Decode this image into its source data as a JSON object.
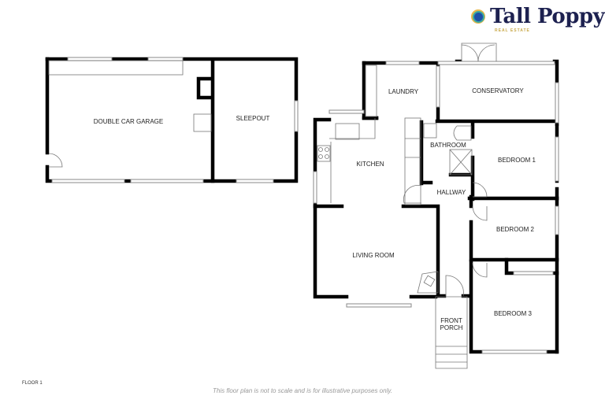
{
  "brand": {
    "name": "Tall Poppy",
    "tagline": "REAL ESTATE",
    "colors": {
      "primary": "#1d2150",
      "accent_gold": "#e8b84a",
      "accent_teal": "#3aa8a0",
      "accent_blue": "#1e4fa8"
    }
  },
  "rooms": {
    "garage": "DOUBLE CAR GARAGE",
    "sleepout": "SLEEPOUT",
    "laundry": "LAUNDRY",
    "conservatory": "CONSERVATORY",
    "bathroom": "BATHROOM",
    "bedroom1": "BEDROOM 1",
    "kitchen": "KITCHEN",
    "hallway": "HALLWAY",
    "bedroom2": "BEDROOM 2",
    "living": "LIVING ROOM",
    "bedroom3": "BEDROOM 3",
    "porch_line1": "FRONT",
    "porch_line2": "PORCH"
  },
  "footer": {
    "floor": "FLOOR 1",
    "disclaimer": "This floor plan is not to scale and is for illustrative purposes only."
  }
}
